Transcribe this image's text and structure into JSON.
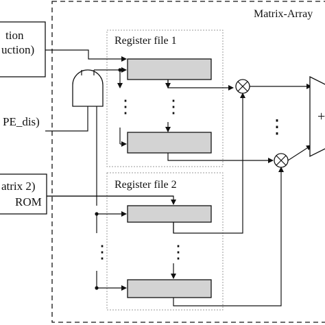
{
  "labels": {
    "matrix_array": "Matrix-Array",
    "register_file_1": "Register file 1",
    "register_file_2": "Register file 2",
    "instruction_line_1": "tion",
    "instruction_line_2": "uction)",
    "pe_dis": "PE_dis)",
    "matrix2_line_1": "atrix 2)",
    "matrix2_line_2": "ROM",
    "adder_symbol": "+",
    "vertical_dots": "⋮"
  },
  "colors": {
    "register_fill": "#d3d3d3",
    "stroke": "#111111",
    "dotted_frame": "#999999"
  }
}
